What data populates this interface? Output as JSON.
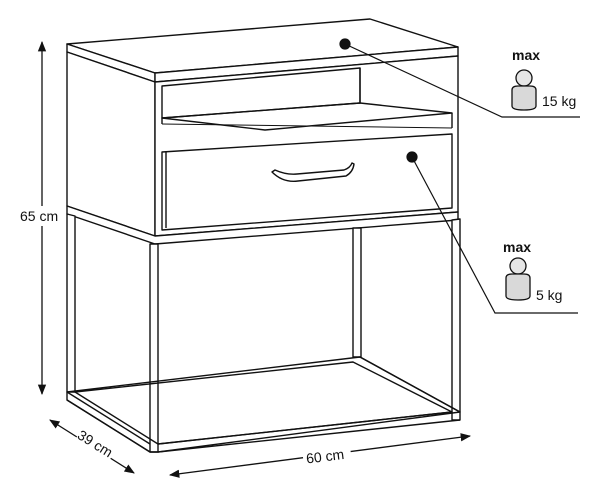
{
  "dimensions": {
    "height": "65 cm",
    "depth": "39 cm",
    "width": "60 cm"
  },
  "load_limits": [
    {
      "label": "max",
      "weight": "15 kg"
    },
    {
      "label": "max",
      "weight": "5 kg"
    }
  ],
  "colors": {
    "line": "#111111",
    "weight_fill": "#d9d9d9",
    "background": "#ffffff"
  },
  "icons": [
    "weight-icon"
  ]
}
